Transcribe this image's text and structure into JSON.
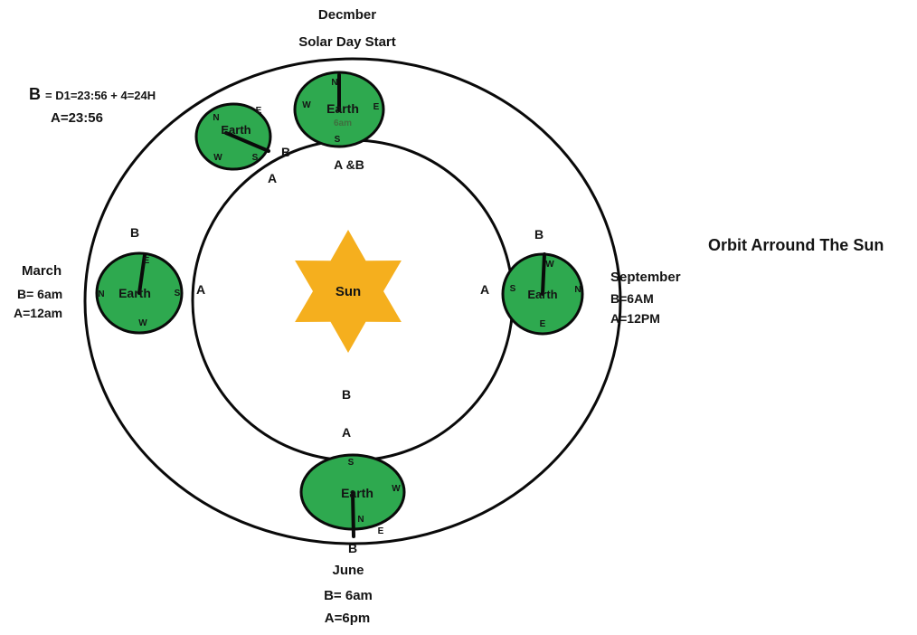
{
  "colors": {
    "earth_green": "#2EA94F",
    "sun_gold": "#F5AF1E"
  },
  "title": "Orbit Arround The Sun",
  "sun_label": "Sun",
  "earth_label": "Earth",
  "compass": {
    "n": "N",
    "e": "E",
    "s": "S",
    "w": "W"
  },
  "markers": {
    "a": "A",
    "b": "B",
    "ab": "A &B"
  },
  "december": {
    "month": "Decmber",
    "subtitle": "Solar Day Start",
    "time": "6am"
  },
  "solar_day_note": {
    "b_label": "B",
    "b_equation": "= D1=23:56 + 4=24H",
    "a_equation": "A=23:56"
  },
  "march": {
    "month": "March",
    "b_time": "B=  6am",
    "a_time": "A=12am"
  },
  "september": {
    "month": "September",
    "b_time": "B=6AM",
    "a_time": "A=12PM"
  },
  "june": {
    "month": "June",
    "b_time": "B= 6am",
    "a_time": "A=6pm"
  }
}
